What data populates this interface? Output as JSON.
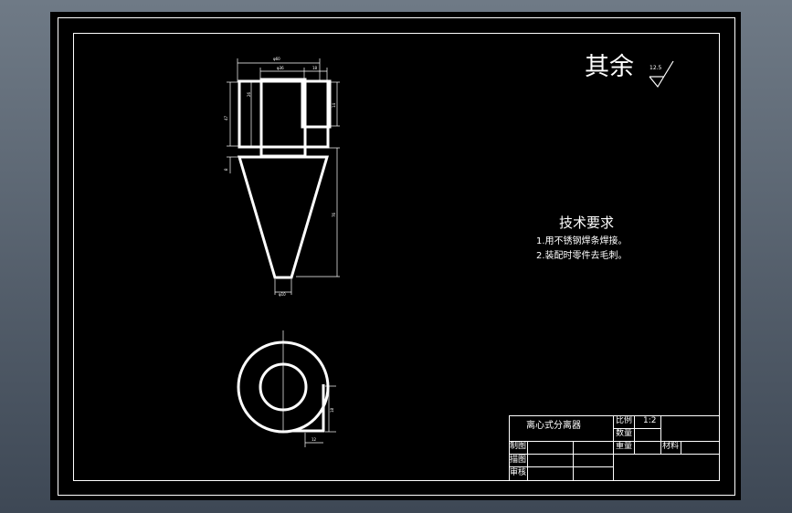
{
  "roughness": {
    "word": "其余",
    "value": "12.5"
  },
  "tech_requirements": {
    "title": "技术要求",
    "items": [
      "1.用不锈钢焊条焊接。",
      "2.装配时零件去毛刺。"
    ]
  },
  "dimensions": {
    "top_width": "φ60",
    "inner_width": "φ36",
    "inlet_width": "18",
    "left_height": "47",
    "cyl_height": "26",
    "inlet_height": "14",
    "gap": "8",
    "cone_height": "76",
    "bottom_outlet": "φ10",
    "plan_tab_height": "18",
    "plan_tab_width": "12"
  },
  "title_block": {
    "part_name": "离心式分离器",
    "scale_label": "比例",
    "scale_value": "1:2",
    "quantity_label": "数量",
    "weight_label": "重量",
    "material_label": "材料",
    "drawn_label": "制图",
    "traced_label": "描图",
    "checked_label": "审核"
  },
  "colors": {
    "line": "#ffffff",
    "sheet": "#000000"
  }
}
